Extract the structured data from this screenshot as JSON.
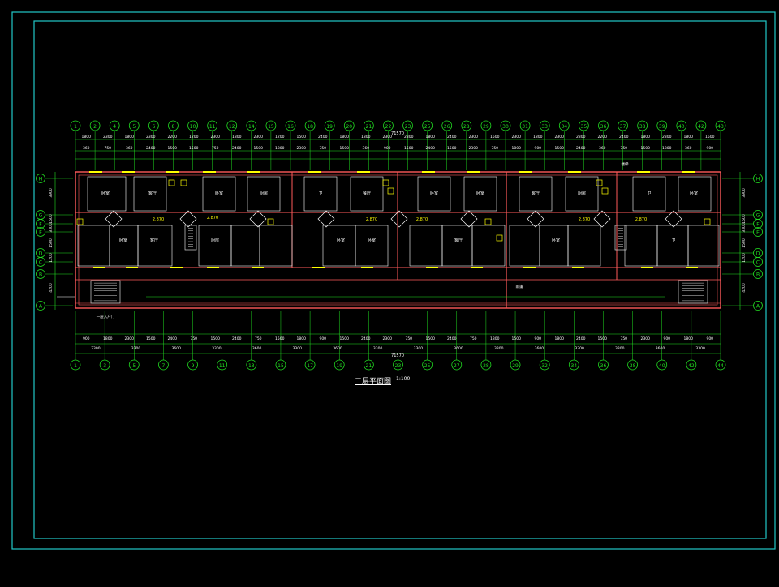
{
  "drawing": {
    "title": "二层平面图",
    "scale": "1:100",
    "total_width_label": "71570"
  },
  "colors": {
    "background": "#000000",
    "frame": "#22c7c7",
    "axis": "#22e022",
    "wall": "#ff5a5a",
    "text": "#ffffff",
    "fixture": "#ffff00",
    "window": "#00d0ff",
    "stair": "#d8d8d8",
    "room_label": "#ffffff"
  },
  "top_axis_labels": [
    "1",
    "2",
    "4",
    "5",
    "6",
    "8",
    "10",
    "11",
    "12",
    "14",
    "15",
    "16",
    "18",
    "19",
    "20",
    "21",
    "22",
    "23",
    "25",
    "26",
    "28",
    "29",
    "30",
    "31",
    "33",
    "34",
    "35",
    "36",
    "37",
    "38",
    "39",
    "40",
    "42",
    "43"
  ],
  "bottom_axis_labels": [
    "1",
    "3",
    "5",
    "7",
    "9",
    "11",
    "13",
    "15",
    "17",
    "19",
    "21",
    "23",
    "25",
    "27",
    "28",
    "29",
    "32",
    "34",
    "36",
    "38",
    "40",
    "42",
    "44"
  ],
  "side_axis_labels": [
    "H",
    "G",
    "F",
    "E",
    "D",
    "C",
    "B",
    "A"
  ],
  "top_dimensions_row1": [
    "1800",
    "2300",
    "1800",
    "2300",
    "2200",
    "1200",
    "2300",
    "1800",
    "2300",
    "1200",
    "1500",
    "2400",
    "1800",
    "1800",
    "2300",
    "2300",
    "1800",
    "2400",
    "2300",
    "1500",
    "2300",
    "1800",
    "2300",
    "2300",
    "2200",
    "2400",
    "1800",
    "2300",
    "1800",
    "1500"
  ],
  "top_dimensions_row2": [
    "360",
    "750",
    "360",
    "2400",
    "1500",
    "1500",
    "750",
    "2400",
    "1500",
    "1800",
    "2300",
    "750",
    "1500",
    "360",
    "900",
    "1500",
    "2400",
    "1500",
    "2300",
    "750",
    "1800",
    "900",
    "1500",
    "2400",
    "360",
    "750",
    "1500",
    "1800",
    "360",
    "900"
  ],
  "bottom_dimensions_row1": [
    "900",
    "1800",
    "2300",
    "1500",
    "2400",
    "750",
    "1500",
    "2400",
    "750",
    "1500",
    "1800",
    "900",
    "1500",
    "2400",
    "2300",
    "750",
    "1500",
    "2400",
    "750",
    "1800",
    "1500",
    "900",
    "1800",
    "2400",
    "1500",
    "750",
    "2300",
    "900",
    "1800",
    "900"
  ],
  "bottom_dimensions_row2": [
    "3300",
    "3300",
    "3600",
    "3300",
    "3600",
    "3300",
    "3600",
    "3300",
    "3300",
    "3600",
    "3300",
    "3600",
    "3300",
    "3300",
    "3600",
    "3300"
  ],
  "side_dimensions_left": [
    "3900",
    "1500",
    "3300",
    "1500",
    "1200",
    "4200"
  ],
  "side_dimensions_right": [
    "3900",
    "1500",
    "3300",
    "1500",
    "1200",
    "4200"
  ],
  "room_labels": [
    "卧室",
    "客厅",
    "卧室",
    "厨房",
    "卫",
    "餐厅",
    "卧室",
    "卧室",
    "客厅",
    "厨房",
    "卫",
    "卧室",
    "卧室",
    "客厅",
    "厨房",
    "卧室",
    "卧室",
    "客厅",
    "卧室",
    "卫"
  ],
  "level_marks": [
    "2.870",
    "2.870",
    "2.870",
    "2.870",
    "2.870",
    "2.870"
  ],
  "annotations": [
    "一层入户门",
    "楼梯",
    "雨篷"
  ]
}
